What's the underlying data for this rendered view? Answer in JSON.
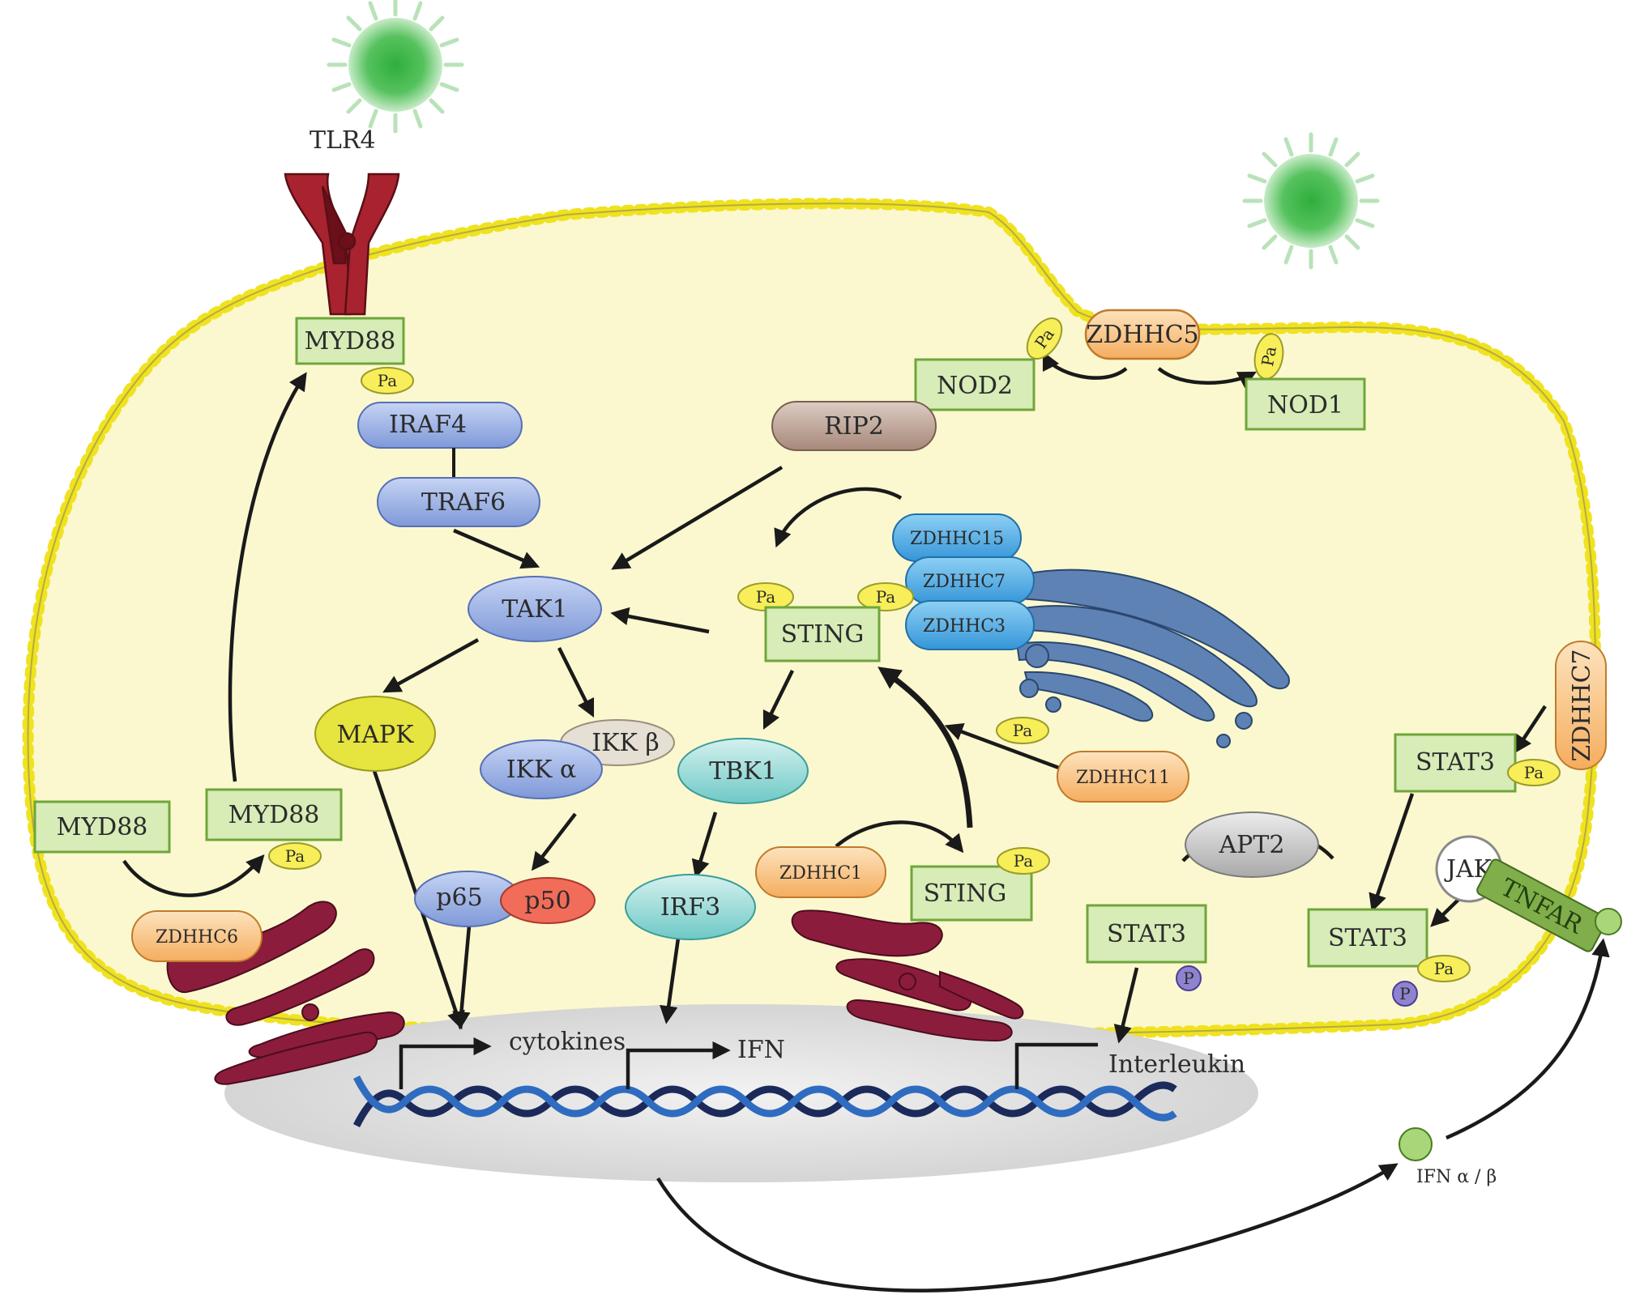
{
  "labels": {
    "tlr4": "TLR4",
    "myd88_top": "MYD88",
    "iraf4": "IRAF4",
    "traf6": "TRAF6",
    "tak1": "TAK1",
    "mapk": "MAPK",
    "ikkb": "IKK β",
    "ikka": "IKK α",
    "p65": "p65",
    "p50": "p50",
    "myd88_left": "MYD88",
    "myd88_mid": "MYD88",
    "zdhhc6": "ZDHHC6",
    "rip2": "RIP2",
    "nod2": "NOD2",
    "zdhhc5": "ZDHHC5",
    "nod1": "NOD1",
    "zdhhc15": "ZDHHC15",
    "zdhhc7_golgi": "ZDHHC7",
    "zdhhc3": "ZDHHC3",
    "sting_top": "STING",
    "tbk1": "TBK1",
    "irf3": "IRF3",
    "zdhhc11": "ZDHHC11",
    "zdhhc1": "ZDHHC1",
    "sting_bottom": "STING",
    "apt2": "APT2",
    "stat3_left": "STAT3",
    "stat3_right": "STAT3",
    "stat3_top": "STAT3",
    "zdhhc7_right": "ZDHHC7",
    "jak": "JAK",
    "tnfar": "TNFAR",
    "cytokines": "cytokines",
    "ifn": "IFN",
    "interleukin": "Interleukin",
    "ifn_ab": "IFN  α / β",
    "pa": "Pa",
    "p": "P"
  },
  "colors": {
    "cytoplasm": "#fbf8cf",
    "membrane_head": "#f0e21e",
    "green_box_fill": "#d7ecb7",
    "green_box_stroke": "#6fa63a",
    "blue_oval": "#8fa8e0",
    "orange_oval": "#f9c27b",
    "teal_oval": "#8fd6d6",
    "yellow_oval": "#e9e84a",
    "red_oval": "#f26c5a",
    "cyan_zdhhc": "#4fb0e6",
    "brown_rip2": "#b79e8f",
    "er_red": "#8c1c3c",
    "golgi_blue": "#5e82b4",
    "virus_green": "#2fae3c",
    "nucleus_gray": "#d4d4d4",
    "dna_navy": "#1b2a5a"
  },
  "icons": [
    "virus-icon",
    "tlr4-receptor-icon",
    "golgi-icon",
    "endoplasmic-reticulum-icon",
    "dna-helix-icon",
    "tnfar-receptor-icon"
  ]
}
